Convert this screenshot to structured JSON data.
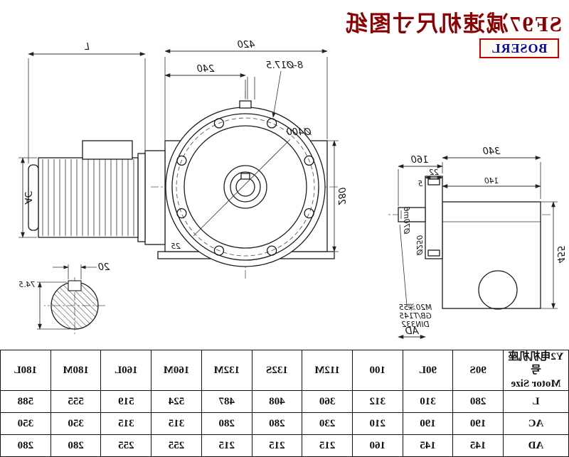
{
  "title": "SF97减速机尺寸图纸",
  "logo": "BOSERL",
  "drawing": {
    "front": {
      "d420": "420",
      "d240": "240",
      "bolt": "8-Ø17.5",
      "flange": "Ø400",
      "L": "L",
      "AC": "AC",
      "d280": "280",
      "d25": "25",
      "d20": "20",
      "d745": "74.5"
    },
    "side": {
      "d340": "340",
      "d160": "160",
      "d22": "22",
      "d140": "140",
      "d5": "5",
      "shaft": "Ø70m6",
      "hub": "Ø250",
      "note1": "M20深55",
      "note2": "GB/T145",
      "note3": "DIN332",
      "AD": "AD",
      "d455": "455"
    }
  },
  "table": {
    "header_cn": "Y2电机机座号",
    "header_en": "Motor Size",
    "columns": [
      "90S",
      "90L",
      "100",
      "112M",
      "132S",
      "132M",
      "160M",
      "160L",
      "180M",
      "180L"
    ],
    "rows": [
      {
        "label": "L",
        "values": [
          "280",
          "310",
          "312",
          "360",
          "408",
          "487",
          "524",
          "519",
          "555",
          "588"
        ]
      },
      {
        "label": "AC",
        "values": [
          "190",
          "190",
          "210",
          "230",
          "280",
          "280",
          "315",
          "315",
          "350",
          "350"
        ]
      },
      {
        "label": "AD",
        "values": [
          "145",
          "145",
          "160",
          "215",
          "215",
          "215",
          "255",
          "255",
          "280",
          "280"
        ]
      }
    ]
  }
}
